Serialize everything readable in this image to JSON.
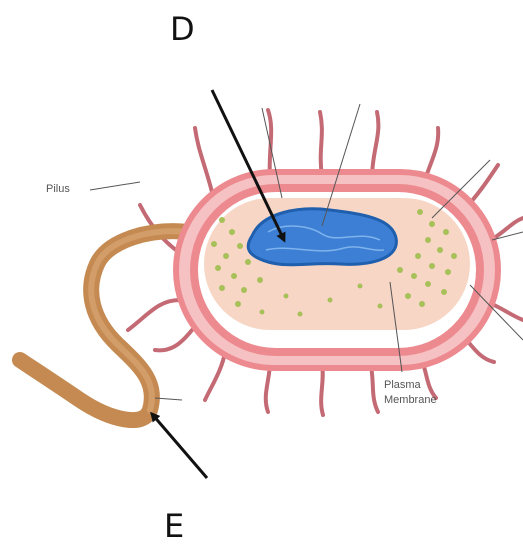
{
  "labels": {
    "d": "D",
    "e": "E",
    "pilus": "Pilus",
    "plasma_line1": "Plasma",
    "plasma_line2": "Membrane"
  },
  "colors": {
    "cell_wall": "#ec8a8f",
    "cell_wall_outer": "#f6c1c3",
    "cytoplasm": "#f7d6c6",
    "nucleoid": "#3c7fd4",
    "nucleoid_dark": "#1f5fae",
    "ribosomes": "#a8c05a",
    "pili": "#c46a74",
    "flagellum": "#c48a52",
    "arrows": "#111111",
    "leader_lines": "#555555"
  }
}
